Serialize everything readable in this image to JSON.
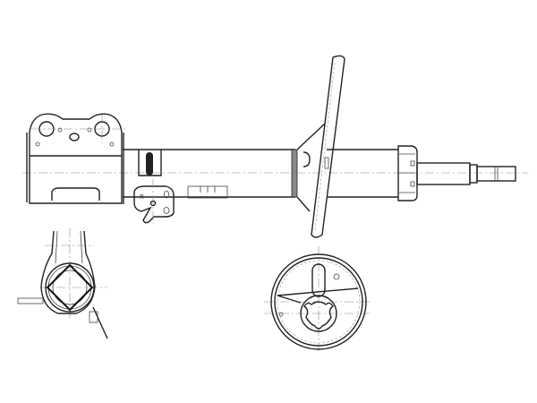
{
  "drawing": {
    "subject": "shock absorber strut",
    "views": [
      "side-view",
      "bracket-end-view",
      "spring-seat-top-view"
    ],
    "labels": {
      "mount_hole_marker": "R"
    },
    "colors": {
      "line": "#222222",
      "centerline": "#888888",
      "background": "#ffffff",
      "fill_band": "#888888"
    }
  }
}
